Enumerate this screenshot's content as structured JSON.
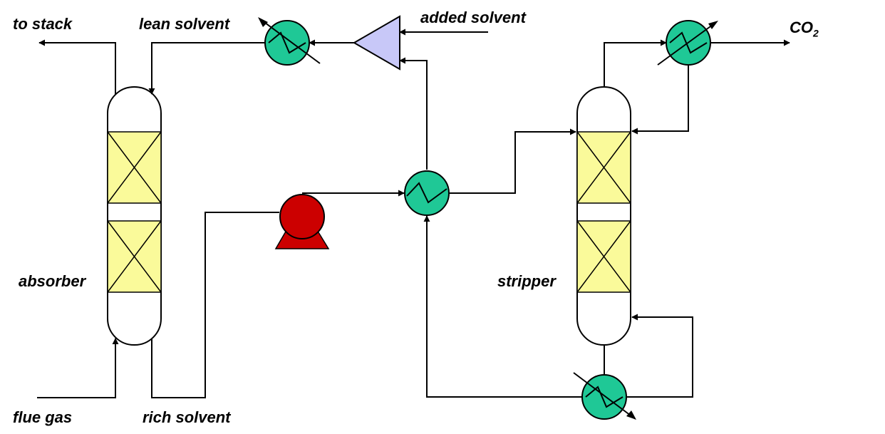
{
  "labels": {
    "to_stack": "to stack",
    "lean_solvent": "lean solvent",
    "added_solvent": "added solvent",
    "co2_main": "CO",
    "co2_sub": "2",
    "absorber": "absorber",
    "stripper": "stripper",
    "flue_gas": "flue gas",
    "rich_solvent": "rich solvent"
  },
  "colors": {
    "heat_exchanger": "#1fc896",
    "pump": "#cc0000",
    "mixer": "#c8c8f8",
    "packing": "#fafa9a",
    "line": "#000000"
  }
}
